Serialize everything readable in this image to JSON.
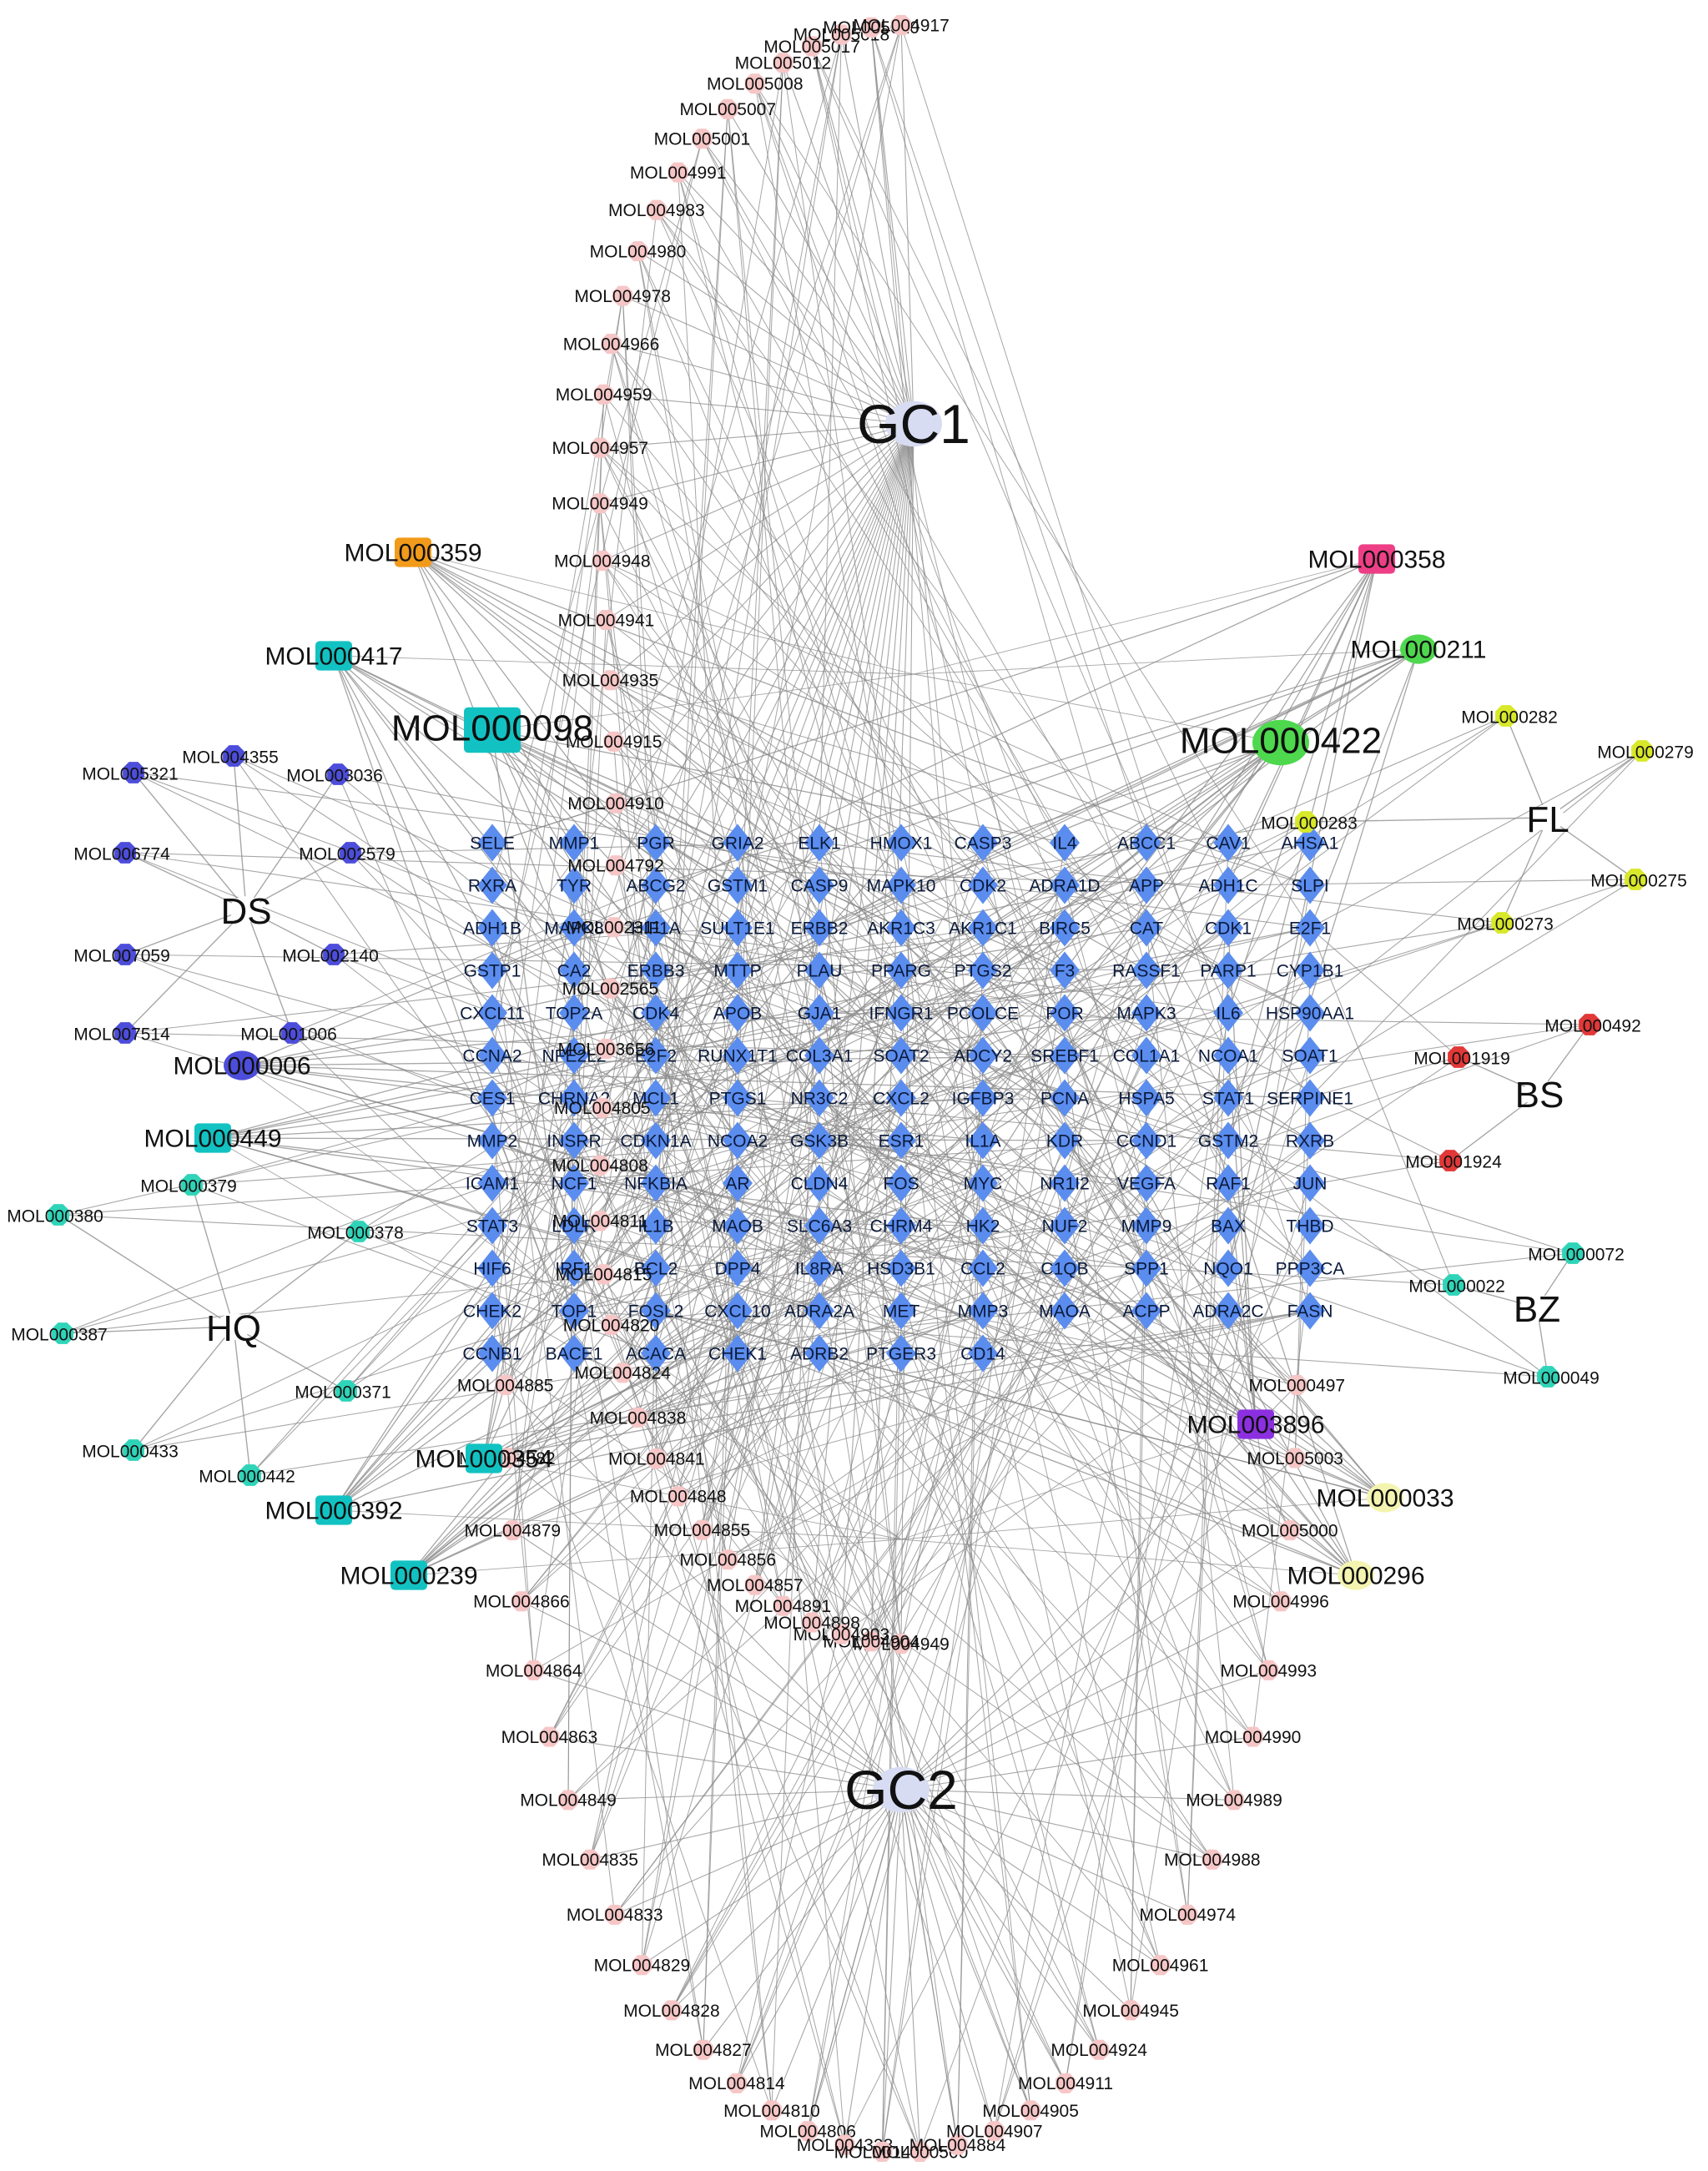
{
  "hubs": [
    {
      "label": "GC1",
      "kind": "herb",
      "color": "#d8dcf2"
    },
    {
      "label": "GC2",
      "kind": "herb",
      "color": "#d8dcf2"
    }
  ],
  "herbs": [
    {
      "label": "DS",
      "color": "#4d4ddb"
    },
    {
      "label": "HQ",
      "color": "#2fd4b8"
    },
    {
      "label": "FL",
      "color": "#d8e82a"
    },
    {
      "label": "BS",
      "color": "#e23838"
    },
    {
      "label": "BZ",
      "color": "#2fd4b8"
    }
  ],
  "colors": {
    "edge": "#8a8a8a",
    "target": "#5b8def",
    "gc_compound": "#f6c6c6",
    "ds_compound": "#4d4ddb",
    "hq_compound": "#2fd4b8",
    "fl_compound": "#d8e82a",
    "bs_compound": "#e23838",
    "bz_compound": "#2fd4b8",
    "shared_cyan": "#12c2c2",
    "orange": "#f29a1a",
    "magenta": "#ee3f86",
    "green": "#4ed84e",
    "purple": "#8b2fe0",
    "pale_yellow": "#f4f4b0"
  },
  "gc1_compounds": [
    "MOL004949",
    "MOL004904",
    "MOL004903",
    "MOL004898",
    "MOL004891",
    "MOL004857",
    "MOL004856",
    "MOL004855",
    "MOL004848",
    "MOL004841",
    "MOL004838",
    "MOL004824",
    "MOL004820",
    "MOL004815",
    "MOL004811",
    "MOL004808",
    "MOL004805",
    "MOL003656",
    "MOL002565",
    "MOL002311",
    "MOL004792",
    "MOL004910",
    "MOL004915",
    "MOL004935",
    "MOL004941",
    "MOL004948",
    "MOL004949",
    "MOL004957",
    "MOL004959",
    "MOL004966",
    "MOL004978",
    "MOL004980",
    "MOL004983",
    "MOL004991",
    "MOL005001",
    "MOL005007",
    "MOL005008",
    "MOL005012",
    "MOL005017",
    "MOL005018",
    "MOL005020",
    "MOL004917"
  ],
  "gc2_compounds": [
    "MOL004885",
    "MOL004882",
    "MOL004879",
    "MOL004866",
    "MOL004864",
    "MOL004863",
    "MOL004849",
    "MOL004835",
    "MOL004833",
    "MOL004829",
    "MOL004828",
    "MOL004827",
    "MOL004814",
    "MOL004810",
    "MOL004806",
    "MOL004328",
    "MOL001484",
    "MOL000500",
    "MOL004884",
    "MOL004907",
    "MOL004905",
    "MOL004911",
    "MOL004924",
    "MOL004945",
    "MOL004961",
    "MOL004974",
    "MOL004988",
    "MOL004989",
    "MOL004990",
    "MOL004993",
    "MOL004996",
    "MOL005000",
    "MOL005003",
    "MOL000497"
  ],
  "named_compounds": [
    {
      "label": "MOL000359",
      "color_key": "orange",
      "size": "m"
    },
    {
      "label": "MOL000417",
      "color_key": "shared_cyan",
      "size": "m"
    },
    {
      "label": "MOL000098",
      "color_key": "shared_cyan",
      "size": "l"
    },
    {
      "label": "MOL000358",
      "color_key": "magenta",
      "size": "m"
    },
    {
      "label": "MOL000211",
      "color_key": "green",
      "size": "m"
    },
    {
      "label": "MOL000422",
      "color_key": "green",
      "size": "l"
    },
    {
      "label": "MOL000449",
      "color_key": "shared_cyan",
      "size": "m"
    },
    {
      "label": "MOL000354",
      "color_key": "shared_cyan",
      "size": "m"
    },
    {
      "label": "MOL000392",
      "color_key": "shared_cyan",
      "size": "m"
    },
    {
      "label": "MOL000239",
      "color_key": "shared_cyan",
      "size": "m"
    },
    {
      "label": "MOL003896",
      "color_key": "purple",
      "size": "m"
    },
    {
      "label": "MOL000033",
      "color_key": "pale_yellow",
      "size": "m"
    },
    {
      "label": "MOL000296",
      "color_key": "pale_yellow",
      "size": "m"
    },
    {
      "label": "MOL000006",
      "color_key": "ds_compound",
      "size": "m"
    }
  ],
  "ds_compounds": [
    "MOL004355",
    "MOL005321",
    "MOL003036",
    "MOL006774",
    "MOL002579",
    "MOL007059",
    "MOL002140",
    "MOL007514",
    "MOL001006"
  ],
  "hq_compounds": [
    "MOL000379",
    "MOL000380",
    "MOL000378",
    "MOL000387",
    "MOL000371",
    "MOL000433",
    "MOL000442"
  ],
  "fl_compounds": [
    "MOL000282",
    "MOL000279",
    "MOL000283",
    "MOL000275",
    "MOL000273"
  ],
  "bs_compounds": [
    "MOL000492",
    "MOL001919",
    "MOL001924"
  ],
  "bz_compounds": [
    "MOL000072",
    "MOL000022",
    "MOL000049"
  ],
  "targets": [
    [
      "SELE",
      "MMP1",
      "PGR",
      "GRIA2",
      "ELK1",
      "HMOX1",
      "CASP3",
      "IL4",
      "ABCC1",
      "CAV1",
      "AHSA1"
    ],
    [
      "RXRA",
      "TYR",
      "ABCG2",
      "GSTM1",
      "CASP9",
      "MAPK10",
      "CDK2",
      "ADRA1D",
      "APP",
      "ADH1C",
      "SLPI"
    ],
    [
      "ADH1B",
      "MAPK8",
      "HIF1A",
      "SULT1E1",
      "ERBB2",
      "AKR1C3",
      "AKR1C1",
      "BIRC5",
      "CAT",
      "CDK1",
      "E2F1"
    ],
    [
      "GSTP1",
      "CA2",
      "ERBB3",
      "MTTP",
      "PLAU",
      "PPARG",
      "PTGS2",
      "F3",
      "RASSF1",
      "PARP1",
      "CYP1B1"
    ],
    [
      "CXCL11",
      "TOP2A",
      "CDK4",
      "APOB",
      "GJA1",
      "IFNGR1",
      "PCOLCE",
      "POR",
      "MAPK3",
      "IL6",
      "HSP90AA1"
    ],
    [
      "CCNA2",
      "NFE2L2",
      "E2F2",
      "RUNX1T1",
      "COL3A1",
      "SOAT2",
      "ADCY2",
      "SREBF1",
      "COL1A1",
      "NCOA1",
      "SOAT1"
    ],
    [
      "CES1",
      "CHRNA2",
      "MCL1",
      "PTGS1",
      "NR3C2",
      "CXCL2",
      "IGFBP3",
      "PCNA",
      "HSPA5",
      "STAT1",
      "SERPINE1"
    ],
    [
      "MMP2",
      "INSRR",
      "CDKN1A",
      "NCOA2",
      "GSK3B",
      "ESR1",
      "IL1A",
      "KDR",
      "CCND1",
      "GSTM2",
      "RXRB"
    ],
    [
      "ICAM1",
      "NCF1",
      "NFKBIA",
      "AR",
      "CLDN4",
      "FOS",
      "MYC",
      "NR1I2",
      "VEGFA",
      "RAF1",
      "JUN"
    ],
    [
      "STAT3",
      "LDLR",
      "IL1B",
      "MAOB",
      "SLC6A3",
      "CHRM4",
      "HK2",
      "NUF2",
      "MMP9",
      "BAX",
      "THBD"
    ],
    [
      "HIF6",
      "IRF1",
      "BCL2",
      "DPP4",
      "IL8RA",
      "HSD3B1",
      "CCL2",
      "C1QB",
      "SPP1",
      "NQO1",
      "PPP3CA"
    ],
    [
      "CHEK2",
      "TOP1",
      "FOSL2",
      "CXCL10",
      "ADRA2A",
      "MET",
      "MMP3",
      "MAOA",
      "ACPP",
      "ADRA2C",
      "FASN"
    ],
    [
      "CCNB1",
      "BACE1",
      "ACACA",
      "CHEK1",
      "ADRB2",
      "PTGER3",
      "CD14"
    ]
  ]
}
